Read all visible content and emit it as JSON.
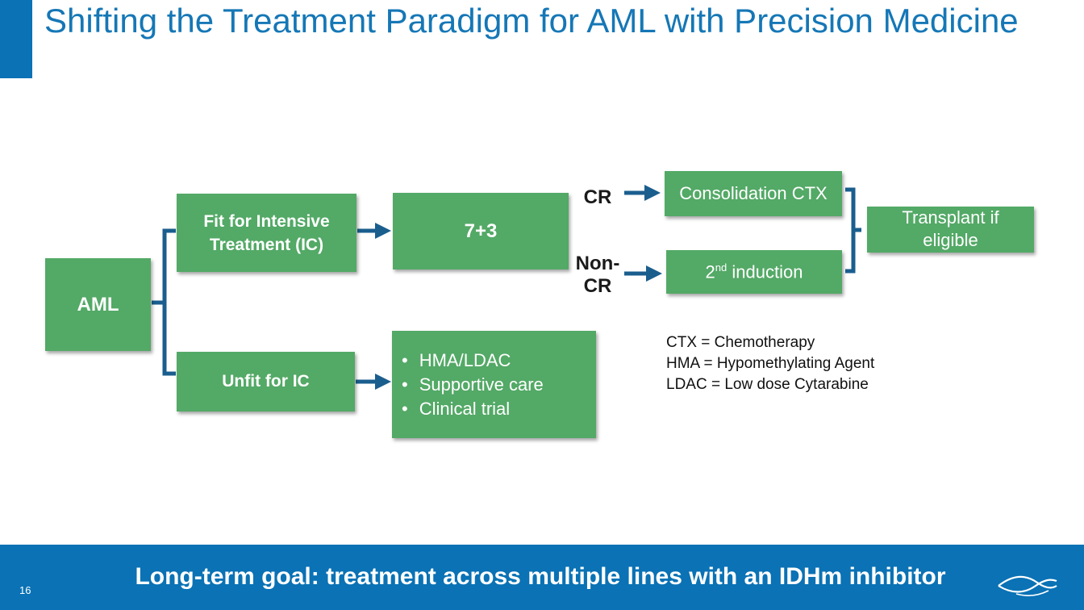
{
  "slide": {
    "title": "Shifting the Treatment Paradigm for AML with Precision Medicine",
    "page_number": "16"
  },
  "diagram": {
    "aml": "AML",
    "fit": "Fit for Intensive Treatment (IC)",
    "unfit": "Unfit for IC",
    "regimen": "7+3",
    "unfit_options": [
      "HMA/LDAC",
      "Supportive care",
      "Clinical trial"
    ],
    "cr_label": "CR",
    "noncr_label": "Non-CR",
    "consolidation": "Consolidation CTX",
    "second_induction_num": "2",
    "second_induction_sup": "nd",
    "second_induction_rest": " induction",
    "transplant": "Transplant if eligible"
  },
  "legend": [
    "CTX = Chemotherapy",
    "HMA = Hypomethylating Agent",
    "LDAC = Low dose Cytarabine"
  ],
  "footer": {
    "text": "Long-term goal: treatment across multiple lines with an IDHm inhibitor"
  },
  "colors": {
    "brand_blue": "#0a72b5",
    "box_green": "#53a966",
    "arrow_blue": "#1a5e8e"
  },
  "icons": {
    "logo": "wave-logo-icon"
  }
}
